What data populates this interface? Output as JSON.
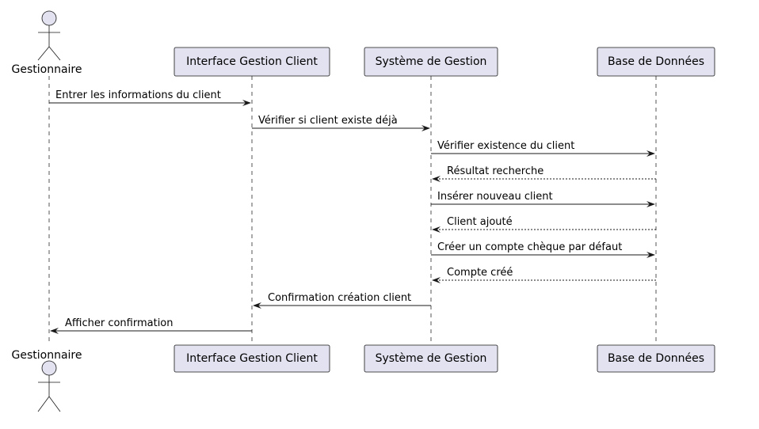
{
  "diagram": {
    "participants": [
      {
        "id": "gestionnaire",
        "label": "Gestionnaire",
        "kind": "actor"
      },
      {
        "id": "interface",
        "label": "Interface Gestion Client",
        "kind": "participant"
      },
      {
        "id": "systeme",
        "label": "Système de Gestion",
        "kind": "participant"
      },
      {
        "id": "base",
        "label": "Base de Données",
        "kind": "participant"
      }
    ],
    "messages": [
      {
        "from": "gestionnaire",
        "to": "interface",
        "text": "Entrer les informations du client",
        "style": "sync"
      },
      {
        "from": "interface",
        "to": "systeme",
        "text": "Vérifier si client existe déjà",
        "style": "sync"
      },
      {
        "from": "systeme",
        "to": "base",
        "text": "Vérifier existence du client",
        "style": "sync"
      },
      {
        "from": "base",
        "to": "systeme",
        "text": "Résultat recherche",
        "style": "reply"
      },
      {
        "from": "systeme",
        "to": "base",
        "text": "Insérer nouveau client",
        "style": "sync"
      },
      {
        "from": "base",
        "to": "systeme",
        "text": "Client ajouté",
        "style": "reply"
      },
      {
        "from": "systeme",
        "to": "base",
        "text": "Créer un compte chèque par défaut",
        "style": "sync"
      },
      {
        "from": "base",
        "to": "systeme",
        "text": "Compte créé",
        "style": "reply"
      },
      {
        "from": "systeme",
        "to": "interface",
        "text": "Confirmation création client",
        "style": "sync"
      },
      {
        "from": "interface",
        "to": "gestionnaire",
        "text": "Afficher confirmation",
        "style": "sync"
      }
    ],
    "colors": {
      "participant_fill": "#E2E2F0",
      "border": "#181818",
      "lifeline": "#555555"
    }
  }
}
